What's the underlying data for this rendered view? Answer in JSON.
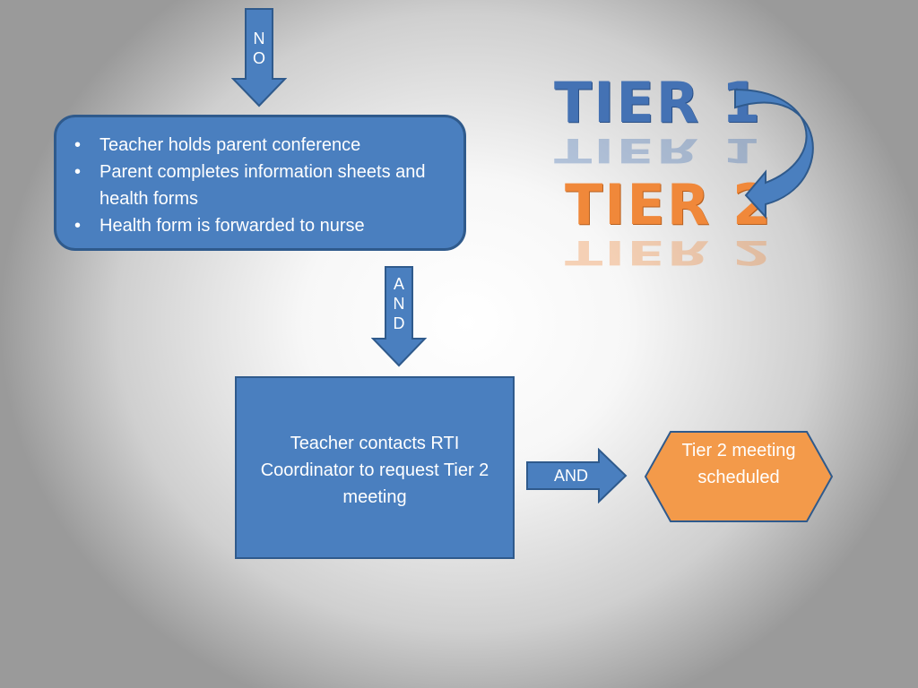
{
  "arrows": {
    "top_label": "N\nO",
    "middle_label": "A\nN\nD",
    "right_label": "AND"
  },
  "bullet_box": {
    "items": [
      "Teacher holds parent conference",
      "Parent completes information sheets and health forms",
      "Health form is forwarded to nurse"
    ]
  },
  "coordinator_box": {
    "text": "Teacher contacts RTI Coordinator to request Tier 2 meeting"
  },
  "meeting_box": {
    "text": "Tier 2 meeting scheduled"
  },
  "tiers": {
    "tier1": "TIER 1",
    "tier2": "TIER 2"
  },
  "colors": {
    "box_blue": "#4a7fbf",
    "box_border": "#2f5a8c",
    "orange": "#f39a4a",
    "tier1_blue": "#4472b4",
    "tier2_orange": "#f0883a"
  }
}
